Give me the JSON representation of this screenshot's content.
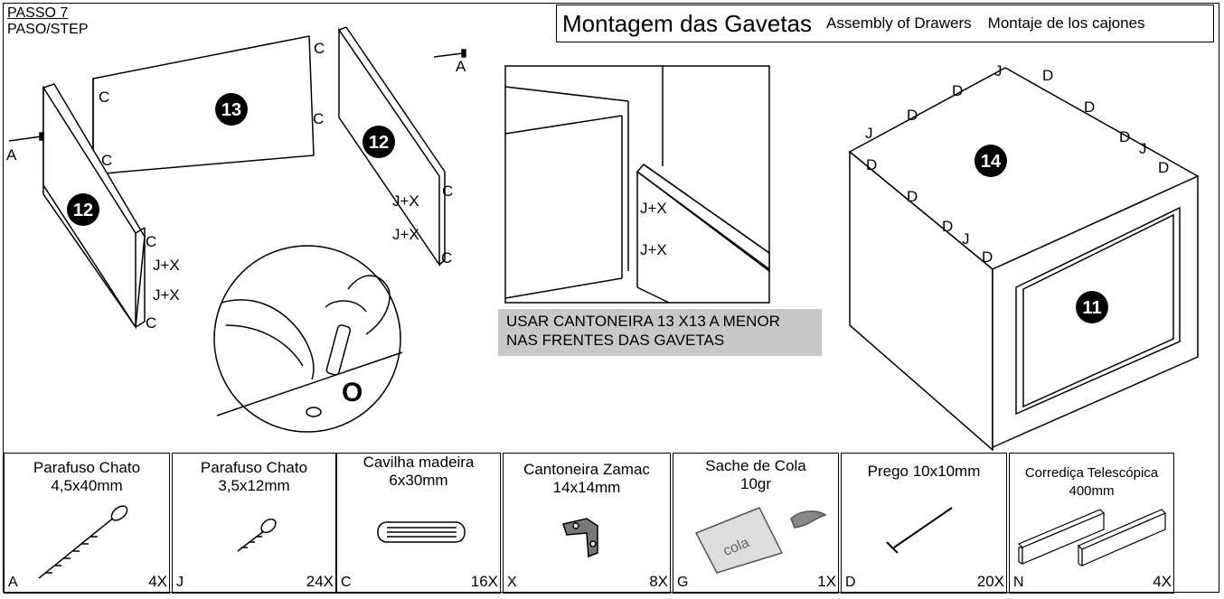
{
  "step": {
    "number": "PASSO 7",
    "alt": "PASO/STEP"
  },
  "title": {
    "pt": "Montagem das Gavetas",
    "en": "Assembly of Drawers",
    "es": "Montaje de los cajones"
  },
  "panels": {
    "n13": "13",
    "n12_left": "12",
    "n12_right": "12",
    "n14": "14",
    "n11": "11"
  },
  "labels": {
    "A": "A",
    "C": "C",
    "JX": "J+X",
    "J": "J",
    "D": "D",
    "O": "O"
  },
  "note": {
    "line1": "USAR CANTONEIRA 13 X13 A MENOR",
    "line2": "NAS FRENTES DAS GAVETAS"
  },
  "parts": [
    {
      "name1": "Parafuso Chato",
      "name2": "4,5x40mm",
      "code": "A",
      "qty": "4X",
      "icon": "long-screw-icon"
    },
    {
      "name1": "Parafuso Chato",
      "name2": "3,5x12mm",
      "code": "J",
      "qty": "24X",
      "icon": "short-screw-icon"
    },
    {
      "name1": "Cavilha madeira",
      "name2": "6x30mm",
      "code": "C",
      "qty": "16X",
      "icon": "dowel-icon"
    },
    {
      "name1": "Cantoneira  Zamac",
      "name2": "14x14mm",
      "code": "X",
      "qty": "8X",
      "icon": "bracket-icon"
    },
    {
      "name1": "Sache de Cola",
      "name2": "10gr",
      "code": "G",
      "qty": "1X",
      "icon": "glue-sachet-icon",
      "sachet_text": "cola"
    },
    {
      "name1": "Prego 10x10mm",
      "name2": "",
      "code": "D",
      "qty": "20X",
      "icon": "nail-icon"
    },
    {
      "name1": "Corrediça Telescópica",
      "name2": "400mm",
      "code": "N",
      "qty": "4X",
      "icon": "drawer-slide-icon"
    }
  ]
}
